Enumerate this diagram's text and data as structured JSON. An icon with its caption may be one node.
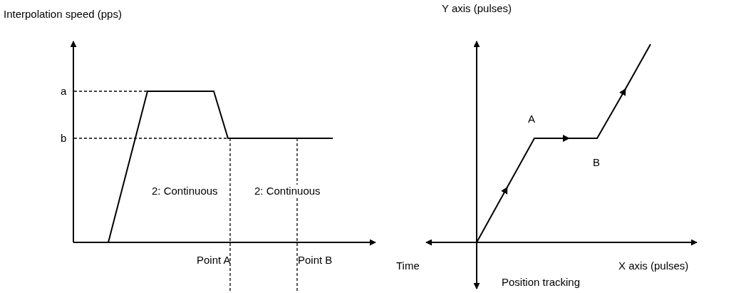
{
  "diagram": {
    "labels": [
      "Interpolation speed (pps)",
      "Y axis (pulses)",
      "a",
      "A",
      "b",
      "B",
      "2: Continuous",
      "2: Continuous",
      "Time",
      "Point A",
      "Point B",
      "X axis (pulses)",
      "Position tracking"
    ]
  }
}
